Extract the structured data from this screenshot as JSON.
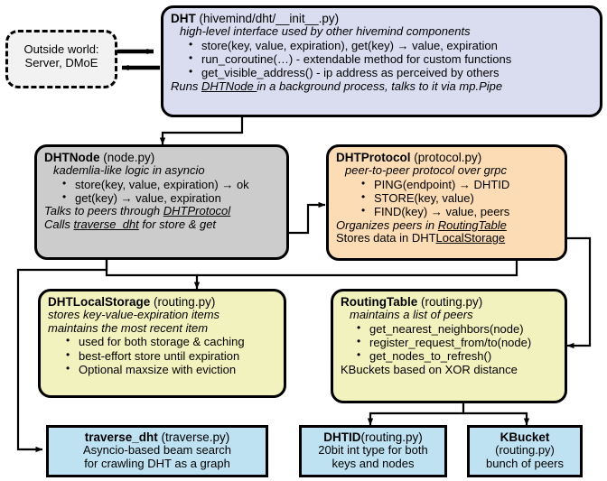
{
  "diagram": {
    "title": "hivemind DHT architecture",
    "colors": {
      "dht": "#dadcf0",
      "dhtnode": "#cccccc",
      "dhtprotocol": "#fcdcb4",
      "storage": "#f2f2bf",
      "routing": "#f2f2bf",
      "leaf": "#bfe2f2",
      "outside": "#f2f2f2",
      "stroke": "#000000"
    }
  },
  "nodes": {
    "outside": {
      "line1": "Outside world:",
      "line2": "Server, DMoE"
    },
    "dht": {
      "title": "DHT",
      "file": "(hivemind/dht/__init__.py)",
      "subtitle": "high-level interface used by other hivemind components",
      "bullets": [
        "store(key, value, expiration), get(key) → value, expiration",
        "run_coroutine(…) - extendable method for custom functions",
        "get_visible_address() - ip address as perceived by others"
      ],
      "footer_a": "Runs ",
      "footer_link": "DHTNode ",
      "footer_b": "in a background process, talks to it via mp.Pipe"
    },
    "dhtnode": {
      "title": "DHTNode",
      "file": "(node.py)",
      "subtitle": "kademlia-like logic in asyncio",
      "bullets": [
        "store(key, value, expiration) → ok",
        "get(key) → value, expiration"
      ],
      "footer1_a": "Talks to peers through ",
      "footer1_link": "DHTProtocol",
      "footer2_a": "Calls ",
      "footer2_link": "traverse_dht",
      "footer2_b": " for store & get"
    },
    "dhtprotocol": {
      "title": "DHTProtocol",
      "file": "(protocol.py)",
      "subtitle": "peer-to-peer protocol over grpc",
      "bullets": [
        "PING(endpoint) → DHTID",
        "STORE(key, value)",
        "FIND(key) → value, peers"
      ],
      "footer1_a": "Organizes peers in ",
      "footer1_link": "RoutingTable",
      "footer2_a": "Stores data in DHT",
      "footer2_link": "LocalStorage"
    },
    "localstorage": {
      "title": "DHTLocalStorage",
      "file": "(routing.py)",
      "sub1": "stores key-value-expiration items",
      "sub2": "maintains the most recent item",
      "bullets": [
        "used for both storage & caching",
        "best-effort store until expiration",
        "Optional maxsize with eviction"
      ]
    },
    "routingtable": {
      "title": "RoutingTable",
      "file": "(routing.py)",
      "subtitle": "maintains a list of peers",
      "bullets": [
        "get_nearest_neighbors(node)",
        "register_request_from/to(node)",
        "get_nodes_to_refresh()"
      ],
      "footer": "KBuckets based on XOR distance"
    },
    "traverse": {
      "title": "traverse_dht",
      "file": "(traverse.py)",
      "line2": "Asyncio-based beam search",
      "line3": "for crawling DHT as a graph"
    },
    "dhtid": {
      "title": "DHTID",
      "file": "(routing.py)",
      "line2": "20bit int type for both",
      "line3": "keys and nodes"
    },
    "kbucket": {
      "title": "KBucket",
      "file": "(routing.py)",
      "line3": "bunch of peers"
    }
  },
  "edges": [
    {
      "name": "outside-to-dht",
      "label": ""
    },
    {
      "name": "dht-to-outside",
      "label": ""
    },
    {
      "name": "dht-to-dhtnode",
      "label": ""
    },
    {
      "name": "dhtnode-to-dhtprotocol",
      "label": ""
    },
    {
      "name": "dhtnode-to-localstorage",
      "label": ""
    },
    {
      "name": "dhtnode-to-traverse",
      "label": ""
    },
    {
      "name": "dhtprotocol-to-localstorage",
      "label": ""
    },
    {
      "name": "dhtprotocol-to-routingtable",
      "label": ""
    },
    {
      "name": "routingtable-to-dhtid",
      "label": ""
    },
    {
      "name": "routingtable-to-kbucket",
      "label": ""
    }
  ]
}
